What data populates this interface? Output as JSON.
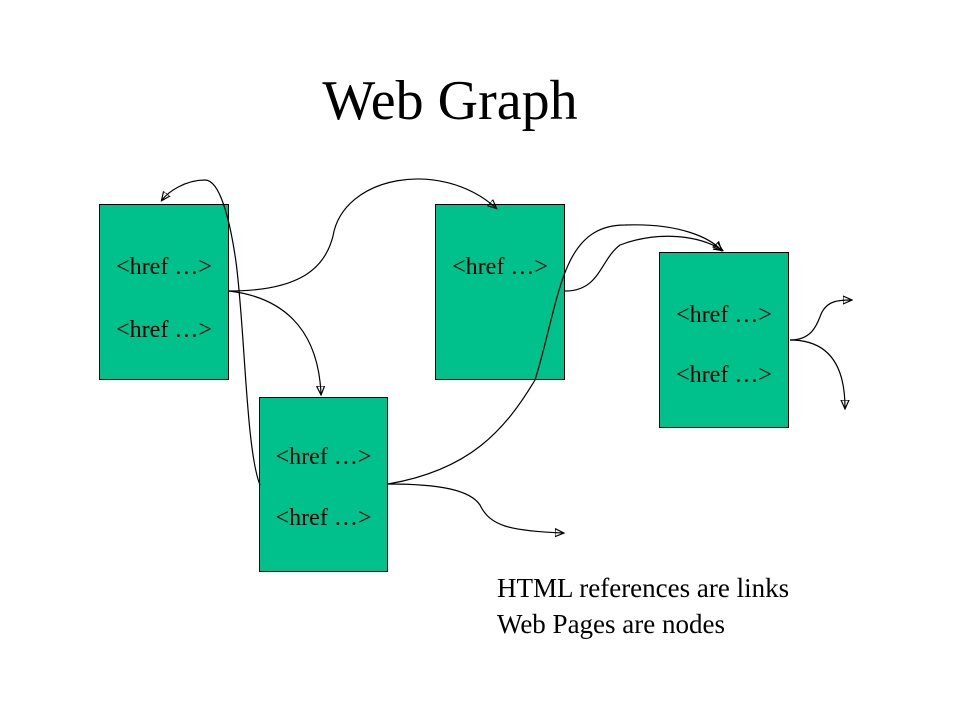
{
  "title": "Web Graph",
  "nodes": [
    {
      "id": "page-a",
      "links": [
        "<href …>",
        "<href …>"
      ]
    },
    {
      "id": "page-b",
      "links": [
        "<href …>",
        "<href …>"
      ]
    },
    {
      "id": "page-c",
      "links": [
        "<href …>"
      ]
    },
    {
      "id": "page-d",
      "links": [
        "<href …>",
        "<href …>"
      ]
    }
  ],
  "caption": {
    "line1": "HTML references are links",
    "line2": "Web Pages are nodes"
  },
  "colors": {
    "node_fill": "#00c08b",
    "node_border": "#000000",
    "edge": "#000000",
    "background": "#ffffff"
  }
}
